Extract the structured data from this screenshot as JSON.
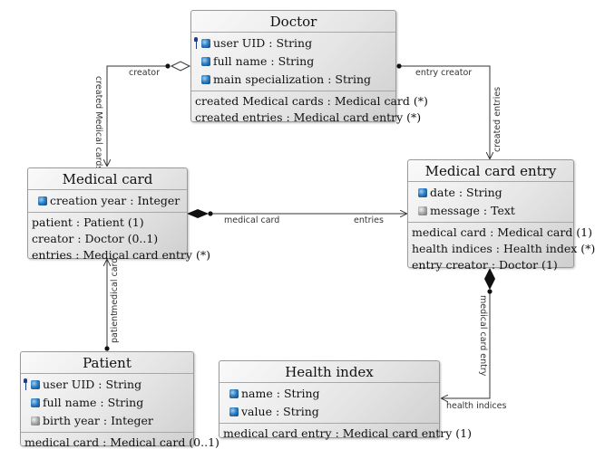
{
  "classes": {
    "doctor": {
      "name": "Doctor",
      "attributes": [
        {
          "name": "user UID",
          "type": "String",
          "icon": "blue-attribute-icon",
          "key": true
        },
        {
          "name": "full name",
          "type": "String",
          "icon": "blue-attribute-icon",
          "key": false
        },
        {
          "name": "main specialization",
          "type": "String",
          "icon": "blue-attribute-icon",
          "key": false
        }
      ],
      "references": [
        {
          "name": "created Medical cards",
          "type": "Medical card (*)"
        },
        {
          "name": "created entries",
          "type": "Medical card entry (*)"
        }
      ]
    },
    "medical_card": {
      "name": "Medical card",
      "attributes": [
        {
          "name": "creation year",
          "type": "Integer",
          "icon": "blue-attribute-icon",
          "key": false
        }
      ],
      "references": [
        {
          "name": "patient",
          "type": "Patient (1)"
        },
        {
          "name": "creator",
          "type": "Doctor (0..1)"
        },
        {
          "name": "entries",
          "type": "Medical card entry (*)"
        }
      ]
    },
    "medical_card_entry": {
      "name": "Medical card entry",
      "attributes": [
        {
          "name": "date",
          "type": "String",
          "icon": "blue-attribute-icon",
          "key": false
        },
        {
          "name": "message",
          "type": "Text",
          "icon": "grey-attribute-icon",
          "key": false
        }
      ],
      "references": [
        {
          "name": "medical card",
          "type": "Medical card (1)"
        },
        {
          "name": "health indices",
          "type": "Health index (*)"
        },
        {
          "name": "entry creator",
          "type": "Doctor (1)"
        }
      ]
    },
    "patient": {
      "name": "Patient",
      "attributes": [
        {
          "name": "user UID",
          "type": "String",
          "icon": "blue-attribute-icon",
          "key": true
        },
        {
          "name": "full name",
          "type": "String",
          "icon": "blue-attribute-icon",
          "key": false
        },
        {
          "name": "birth year",
          "type": "Integer",
          "icon": "grey-attribute-icon",
          "key": false
        }
      ],
      "references": [
        {
          "name": "medical card",
          "type": "Medical card (0..1)"
        }
      ]
    },
    "health_index": {
      "name": "Health index",
      "attributes": [
        {
          "name": "name",
          "type": "String",
          "icon": "blue-attribute-icon",
          "key": false
        },
        {
          "name": "value",
          "type": "String",
          "icon": "blue-attribute-icon",
          "key": false
        }
      ],
      "references": [
        {
          "name": "medical card entry",
          "type": "Medical card entry (1)"
        }
      ]
    }
  },
  "edge_labels": {
    "creator": "creator",
    "created_medical_cards": "created Medical cards",
    "entry_creator": "entry creator",
    "created_entries": "created entries",
    "medical_card": "medical card",
    "entries": "entries",
    "patient": "patient",
    "patient_medical_card": "medical card",
    "entry_medical_card": "medical card entry",
    "health_indices": "health indices"
  },
  "colors": {
    "line": "#333333",
    "box_border": "#9a9a9a",
    "key_icon": "#1f3b8c"
  }
}
